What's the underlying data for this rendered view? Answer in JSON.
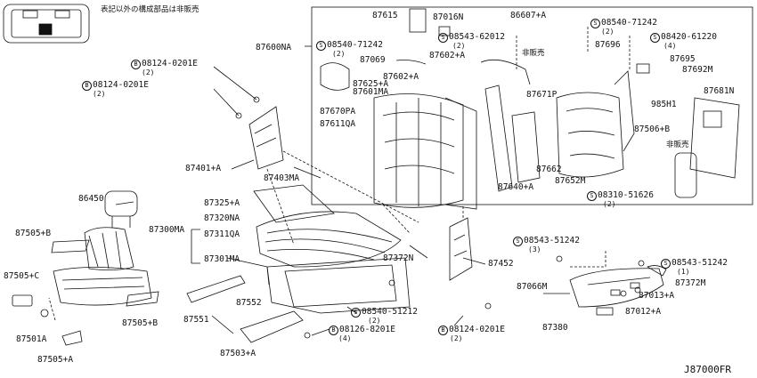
{
  "header_note": "表記以外の構成部品は非販売",
  "diagram_id": "J87000FR",
  "not_sold": "非販売",
  "labels": {
    "p87615": "87615",
    "p87016n": "87016N",
    "p86607a": "86607+A",
    "s08540_71242_top_right": "08540-71242",
    "s08540_71242_top_right_qty": "(2)",
    "p87600na": "87600NA",
    "s08540_71242_left": "08540-71242",
    "s08540_71242_left_qty": "(2)",
    "s08543_62012": "08543-62012",
    "s08543_62012_qty": "(2)",
    "p87696": "87696",
    "s08420_61220": "08420-61220",
    "s08420_61220_qty": "(4)",
    "p87069": "87069",
    "p87602a": "87602+A",
    "p87695": "87695",
    "p87692m": "87692M",
    "p87602a2": "87602+A",
    "p87625a": "87625+A",
    "p87601ma": "87601MA",
    "p87671p": "87671P",
    "p87681n": "87681N",
    "p985h1": "985H1",
    "p87670pa": "87670PA",
    "p87611qa": "87611QA",
    "p87506b": "87506+B",
    "p87662": "87662",
    "p87652m": "87652M",
    "p87640a": "87640+A",
    "s08310_51626": "08310-51626",
    "s08310_51626_qty": "(2)",
    "b08124_0201e_1": "08124-0201E",
    "b08124_0201e_1_qty": "(2)",
    "b08124_0201e_2": "08124-0201E",
    "b08124_0201e_2_qty": "(2)",
    "p87401a": "87401+A",
    "p87403ma": "87403MA",
    "p86450": "86450",
    "p87325a": "87325+A",
    "p87320na": "87320NA",
    "p87300ma": "87300MA",
    "p87311qa": "87311QA",
    "p87301ma": "87301MA",
    "p87372n": "87372N",
    "p87452": "87452",
    "p87505b_top": "87505+B",
    "p87505c": "87505+C",
    "p87505b_bottom": "87505+B",
    "p87501a": "87501A",
    "p87505a": "87505+A",
    "p87551": "87551",
    "p87552": "87552",
    "p87503a": "87503+A",
    "s08540_51212": "08540-51212",
    "s08540_51212_qty": "(2)",
    "b08126_8201e": "08126-8201E",
    "b08126_8201e_qty": "(4)",
    "b08124_0201e_3": "08124-0201E",
    "b08124_0201e_3_qty": "(2)",
    "s08543_51242_a": "08543-51242",
    "s08543_51242_a_qty": "(3)",
    "s08543_51242_b": "08543-51242",
    "s08543_51242_b_qty": "(1)",
    "p87066m": "87066M",
    "p87372m": "87372M",
    "p87013a": "87013+A",
    "p87012a": "87012+A",
    "p87380": "87380"
  },
  "prefix": {
    "screw": "S",
    "bolt": "B"
  }
}
